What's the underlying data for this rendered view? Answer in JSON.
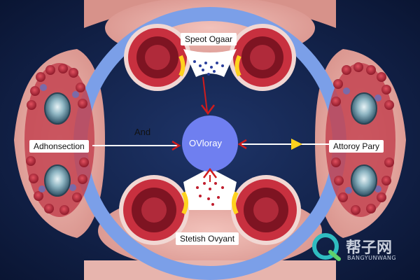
{
  "labels": {
    "top": "Speot Ogaar",
    "bottom": "Stetish Ovyant",
    "left": "Adhonsection",
    "right": "Attoroy Pary",
    "and": "And",
    "center": "OVloray"
  },
  "watermark": {
    "cn": "帮子网",
    "en": "BANGYUNWANG",
    "icon": "q-logo-icon"
  },
  "colors": {
    "background": "#0d1a3a",
    "ring": "#7b9fe8",
    "center_circle": "#6f7ff0",
    "tissue_pink": "#e6a6a0",
    "cell_red": "#b5283a",
    "arrow_red": "#d01c1c",
    "arrow_yellow": "#ffd21e",
    "nucleus_teal": "#7fa7b5"
  }
}
